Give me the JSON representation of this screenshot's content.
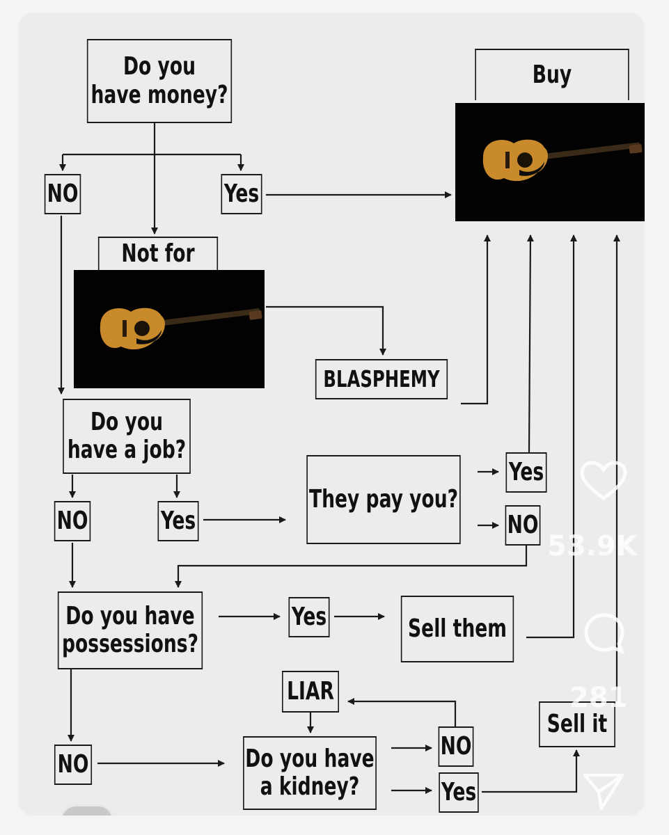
{
  "flowchart": {
    "nodes": {
      "q_money": "Do you\nhave money?",
      "money_no": "NO",
      "money_yes": "Yes",
      "not_for": "Not for",
      "buy": "Buy",
      "blasphemy": "BLASPHEMY",
      "q_job": "Do you\nhave a job?",
      "job_no": "NO",
      "job_yes": "Yes",
      "q_pay": "They pay you?",
      "pay_yes": "Yes",
      "pay_no": "NO",
      "q_possessions": "Do you have\npossessions?",
      "poss_yes": "Yes",
      "sell_them": "Sell them",
      "liar": "LIAR",
      "poss_no": "NO",
      "q_kidney": "Do you have\na kidney?",
      "kidney_no": "NO",
      "kidney_yes": "Yes",
      "sell_it": "Sell it"
    }
  },
  "social_overlay": {
    "likes_count": "53.9K",
    "comments_count": "281"
  },
  "colors": {
    "background": "#ecebee",
    "ink": "#1a1a1a",
    "photo_bg": "#020202",
    "guitar_body": "#c98a2c",
    "overlay_text": "#ffffff"
  },
  "icons": [
    "guitar-image",
    "heart-icon",
    "comment-icon",
    "share-icon"
  ]
}
